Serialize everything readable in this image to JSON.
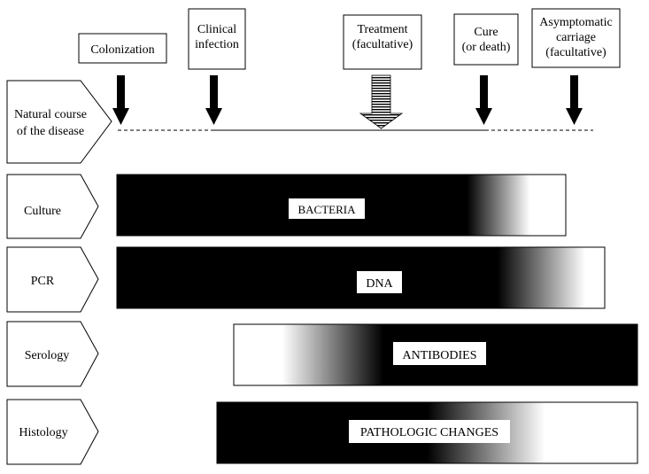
{
  "events": [
    {
      "lines": [
        "Colonization"
      ]
    },
    {
      "lines": [
        "Clinical",
        "infection"
      ]
    },
    {
      "lines": [
        "Treatment",
        "(facultative)"
      ]
    },
    {
      "lines": [
        "Cure",
        "(or death)"
      ]
    },
    {
      "lines": [
        "Asymptomatic",
        "carriage",
        "(facultative)"
      ]
    }
  ],
  "rows": [
    {
      "label_lines": [
        "Natural course",
        "of the disease"
      ]
    },
    {
      "label_lines": [
        "Culture"
      ],
      "bar_label": "BACTERIA"
    },
    {
      "label_lines": [
        "PCR"
      ],
      "bar_label": "DNA"
    },
    {
      "label_lines": [
        "Serology"
      ],
      "bar_label": "ANTIBODIES"
    },
    {
      "label_lines": [
        "Histology"
      ],
      "bar_label": "PATHOLOGIC CHANGES"
    }
  ],
  "colors": {
    "positive": "#000000",
    "negative": "#ffffff"
  }
}
